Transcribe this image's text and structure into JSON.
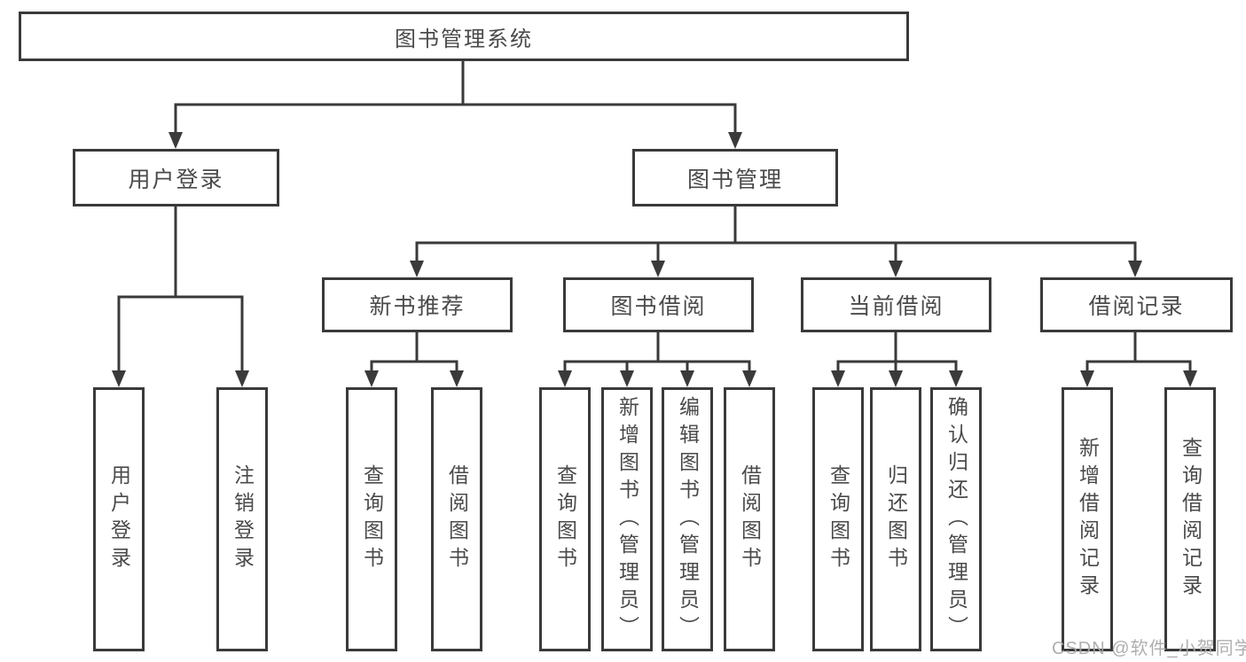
{
  "tree": {
    "label": "图书管理系统",
    "children": [
      {
        "label": "用户登录",
        "children": [
          {
            "label": "用户登录"
          },
          {
            "label": "注销登录"
          }
        ]
      },
      {
        "label": "图书管理",
        "children": [
          {
            "label": "新书推荐",
            "children": [
              {
                "label": "查询图书"
              },
              {
                "label": "借阅图书"
              }
            ]
          },
          {
            "label": "图书借阅",
            "children": [
              {
                "label": "查询图书"
              },
              {
                "label": "新增图书（管理员）"
              },
              {
                "label": "编辑图书（管理员）"
              },
              {
                "label": "借阅图书"
              }
            ]
          },
          {
            "label": "当前借阅",
            "children": [
              {
                "label": "查询图书"
              },
              {
                "label": "归还图书"
              },
              {
                "label": "确认归还（管理员）"
              }
            ]
          },
          {
            "label": "借阅记录",
            "children": [
              {
                "label": "新增借阅记录"
              },
              {
                "label": "查询借阅记录"
              }
            ]
          }
        ]
      }
    ]
  },
  "watermark": {
    "text": "CSDN @软件_小贺同学"
  },
  "colors": {
    "line": "#3a3a3a",
    "text": "#4a4a4a",
    "watermark": "#a8a8a8"
  }
}
